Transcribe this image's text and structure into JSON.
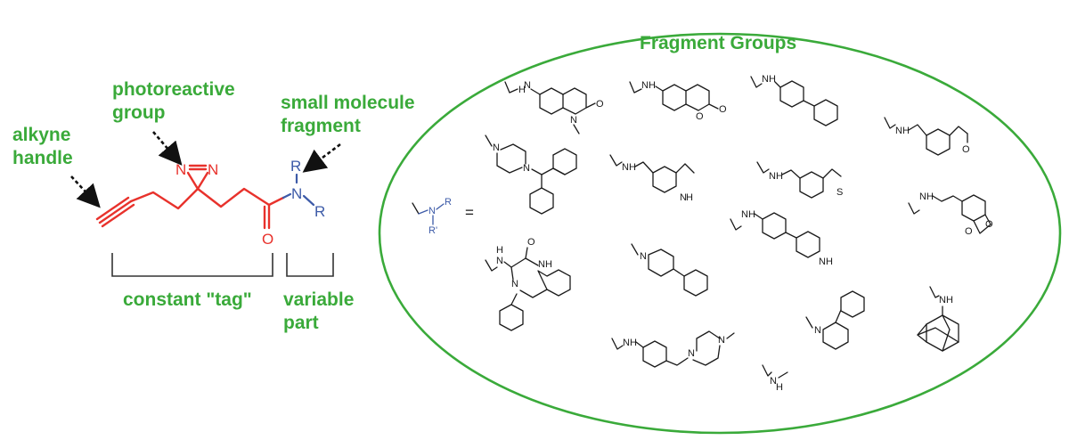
{
  "labels": {
    "alkyne_line1": "alkyne",
    "alkyne_line2": "handle",
    "photo_line1": "photoreactive",
    "photo_line2": "group",
    "small_line1": "small molecule",
    "small_line2": "fragment",
    "constant_tag": "constant \"tag\"",
    "variable_line1": "variable",
    "variable_line2": "part",
    "fragment_groups": "Fragment Groups"
  },
  "atoms": {
    "N": "N",
    "O": "O",
    "R": "R",
    "R_prime": "R'",
    "H": "H",
    "NH": "NH",
    "S": "S",
    "equals": "="
  },
  "colors": {
    "label_green": "#3aaa3a",
    "tag_red": "#e8322c",
    "variable_blue": "#3d5ba8",
    "ellipse_green": "#3aaa3a",
    "structure_black": "#1a1a1a"
  }
}
